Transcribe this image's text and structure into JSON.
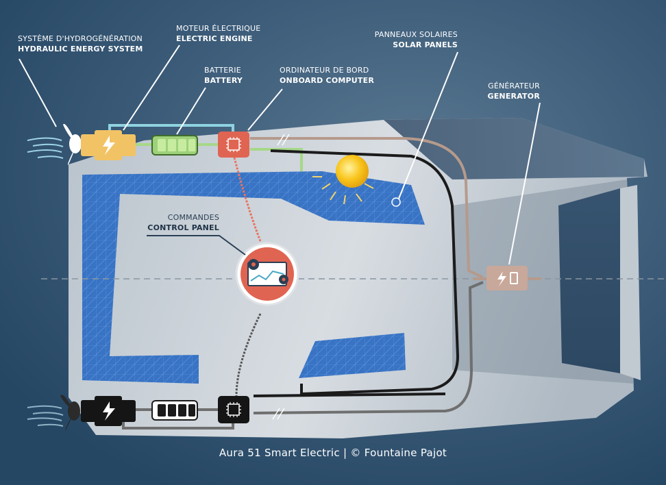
{
  "labels": {
    "hydraulic_energy_system": {
      "fr": "SYSTÈME D'HYDROGÉNÉRATION",
      "en": "HYDRAULIC ENERGY SYSTEM"
    },
    "electric_engine": {
      "fr": "MOTEUR ÉLECTRIQUE",
      "en": "ELECTRIC ENGINE"
    },
    "battery": {
      "fr": "BATTERIE",
      "en": "BATTERY"
    },
    "onboard_computer": {
      "fr": "ORDINATEUR DE BORD",
      "en": "ONBOARD COMPUTER"
    },
    "solar_panels": {
      "fr": "PANNEAUX SOLAIRES",
      "en": "SOLAR PANELS"
    },
    "generator": {
      "fr": "GÉNÉRATEUR",
      "en": "GENERATOR"
    },
    "control_panel": {
      "fr": "COMMANDES",
      "en": "CONTROL PANEL"
    }
  },
  "caption": "Aura 51 Smart Electric | © Fountaine Pajot",
  "colors": {
    "background": "#2b4c69",
    "hull": "#c9d1d9",
    "solar_blue": "#3a74c2",
    "engine_yellow": "#f2c365",
    "battery_green": "#9ed17a",
    "computer_red": "#e06452",
    "generator_tan": "#c8a89a",
    "line_tan": "#b59a8c",
    "line_green": "#a6d887",
    "line_cyan": "#8fd3e0",
    "line_dark": "#1b1b1b",
    "line_gray": "#6f6f6f",
    "sun": "#f8c21a"
  }
}
